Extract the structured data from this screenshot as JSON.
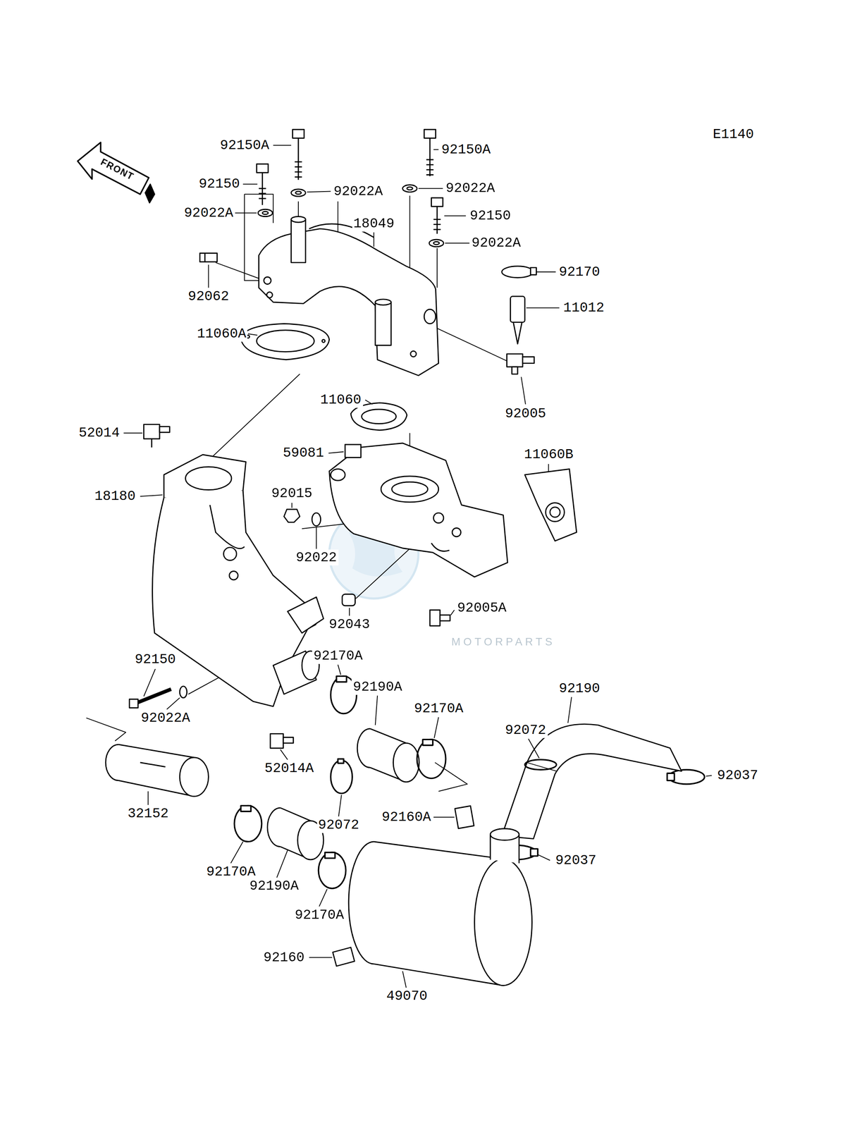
{
  "diagram": {
    "labels": [
      "E1140",
      "FRONT",
      "92150A",
      "92150A",
      "92150",
      "92022A",
      "92022A",
      "92022A",
      "18049",
      "92150",
      "92022A",
      "92170",
      "92062",
      "11012",
      "11060A",
      "11060",
      "92005",
      "52014",
      "59081",
      "11060B",
      "18180",
      "92015",
      "92022",
      "MOTORPARTS",
      "92005A",
      "92043",
      "92150",
      "92170A",
      "92190A",
      "92190",
      "92170A",
      "92022A",
      "92072",
      "92037",
      "52014A",
      "32152",
      "92072",
      "92160A",
      "92037",
      "92170A",
      "92190A",
      "92170A",
      "92160",
      "49070"
    ]
  }
}
